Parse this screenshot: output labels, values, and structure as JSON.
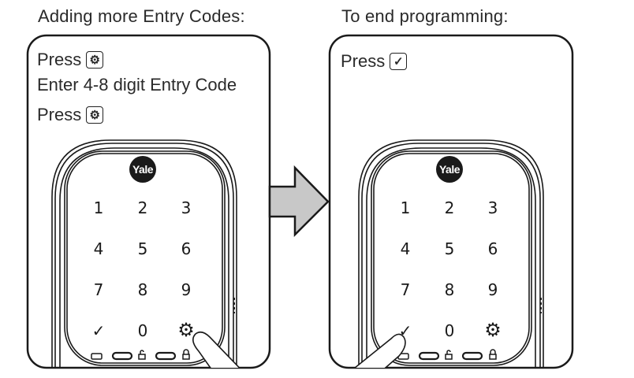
{
  "left_panel": {
    "heading": "Adding more Entry Codes:",
    "steps": [
      {
        "text": "Press",
        "key_icon": "gear-icon",
        "key_glyph": "⚙"
      },
      {
        "text": "Enter 4-8 digit Entry Code"
      },
      {
        "text": "Press",
        "key_icon": "gear-icon",
        "key_glyph": "⚙"
      }
    ],
    "pressed_key": "settings"
  },
  "right_panel": {
    "heading": "To end programming:",
    "steps": [
      {
        "text": "Press",
        "key_icon": "check-icon",
        "key_glyph": "✓"
      }
    ],
    "pressed_key": "check"
  },
  "lock": {
    "brand": "Yale",
    "keys": [
      [
        "1",
        "2",
        "3"
      ],
      [
        "4",
        "5",
        "6"
      ],
      [
        "7",
        "8",
        "9"
      ],
      [
        "✓",
        "0",
        "⚙"
      ]
    ]
  },
  "colors": {
    "outline": "#1a1a1a",
    "arrow_fill": "#c8c8c8",
    "logo": "#1a1a1a"
  }
}
